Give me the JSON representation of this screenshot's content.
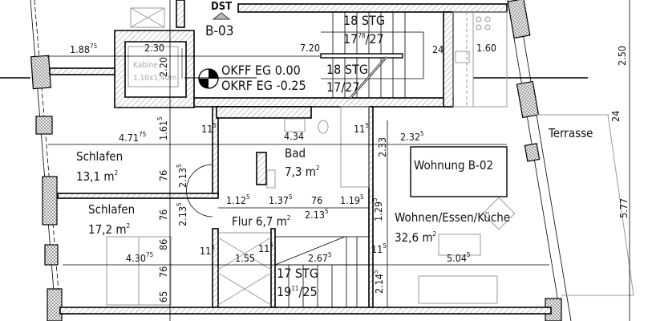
{
  "header": {
    "dst": "DST",
    "unit_label": "B-03"
  },
  "levels": {
    "okff": "OKFF EG 0.00",
    "okrf": "OKRF EG -0.25"
  },
  "elevator": {
    "name": "Kabine",
    "size": "1,10x1,40m"
  },
  "stairs": [
    {
      "steps": "18 STG",
      "ratio_main": "17",
      "ratio_sup": "78",
      "ratio_rest": "/27"
    },
    {
      "steps": "18 STG",
      "ratio": "17/27"
    },
    {
      "steps": "17 STG",
      "ratio_main": "19",
      "ratio_sup": "11",
      "ratio_rest": "/25"
    }
  ],
  "rooms": {
    "bad": {
      "name": "Bad",
      "area": "7,3 m",
      "exp": "2"
    },
    "schlafen1": {
      "name": "Schlafen",
      "area": "13,1 m",
      "exp": "2"
    },
    "schlafen2": {
      "name": "Schlafen",
      "area": "17,2 m",
      "exp": "2"
    },
    "flur": {
      "name": "Flur 6,7 m",
      "exp": "2"
    },
    "wohnen": {
      "name": "Wohnen/Essen/Küche",
      "area": "32,6 m",
      "exp": "2"
    },
    "terrasse": {
      "name": "Terrasse"
    },
    "apartment": "Wohnung B-02"
  },
  "dims": [
    {
      "main": "1.88",
      "sup": "75"
    },
    {
      "main": "2.30",
      "sup": ""
    },
    {
      "main": "2.20",
      "sup": ""
    },
    {
      "main": "7.20",
      "sup": ""
    },
    {
      "main": "24",
      "sup": ""
    },
    {
      "main": "1.60",
      "sup": ""
    },
    {
      "main": "2.50",
      "sup": ""
    },
    {
      "main": "24",
      "sup": ""
    },
    {
      "main": "4.71",
      "sup": "75"
    },
    {
      "main": "1.61",
      "sup": "5"
    },
    {
      "main": "11",
      "sup": "5"
    },
    {
      "main": "4.34",
      "sup": ""
    },
    {
      "main": "11",
      "sup": "5"
    },
    {
      "main": "2.32",
      "sup": "5"
    },
    {
      "main": "2.33",
      "sup": ""
    },
    {
      "main": "76",
      "sup": ""
    },
    {
      "main": "2.13",
      "sup": "5"
    },
    {
      "main": "1.12",
      "sup": "5"
    },
    {
      "main": "1.37",
      "sup": "5"
    },
    {
      "main": "76",
      "sup": ""
    },
    {
      "main": "1.19",
      "sup": "5"
    },
    {
      "main": "2.13",
      "sup": "5"
    },
    {
      "main": "76",
      "sup": ""
    },
    {
      "main": "2.13",
      "sup": "5"
    },
    {
      "main": "1.29",
      "sup": "5"
    },
    {
      "main": "86",
      "sup": ""
    },
    {
      "main": "4.30",
      "sup": "75"
    },
    {
      "main": "11",
      "sup": "5"
    },
    {
      "main": "1.55",
      "sup": ""
    },
    {
      "main": "11",
      "sup": "5"
    },
    {
      "main": "2.67",
      "sup": "5"
    },
    {
      "main": "11",
      "sup": "5"
    },
    {
      "main": "5.04",
      "sup": "5"
    },
    {
      "main": "76",
      "sup": ""
    },
    {
      "main": "2.14",
      "sup": "5"
    },
    {
      "main": "65",
      "sup": ""
    },
    {
      "main": "5.77",
      "sup": ""
    }
  ]
}
